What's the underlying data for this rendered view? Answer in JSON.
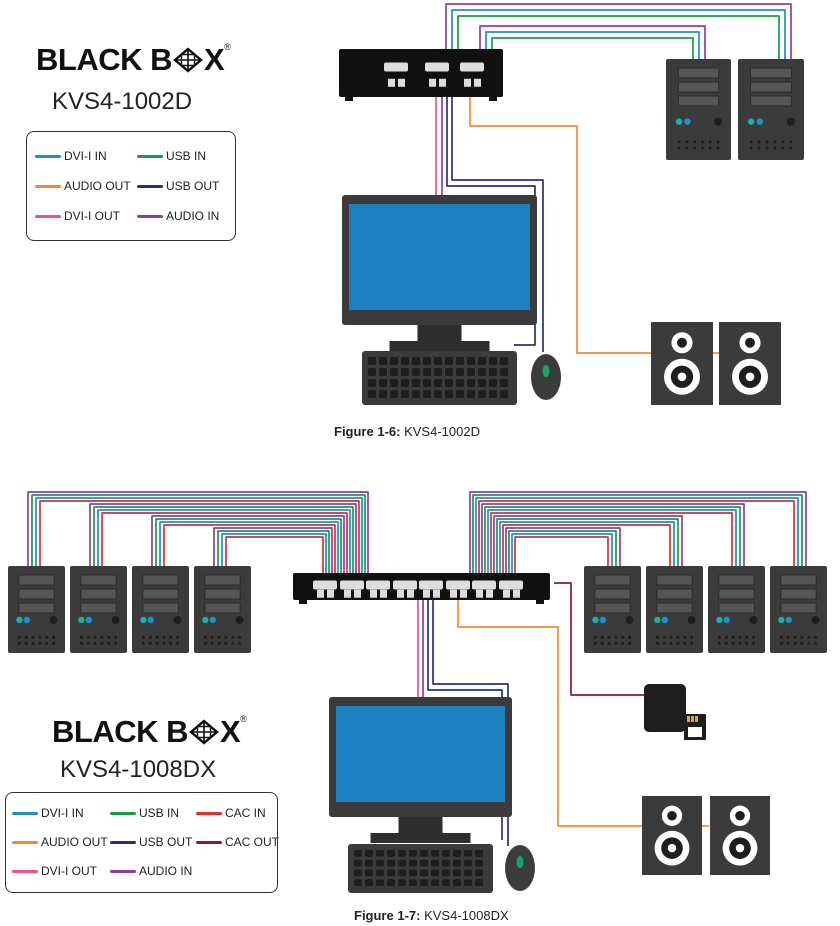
{
  "colors": {
    "dvi_in": "#1e8fc4",
    "usb_in": "#1c9a4c",
    "cac_in": "#d8312f",
    "audio_out": "#f08a3b",
    "usb_out": "#2a2f80",
    "cac_out": "#8e1b2a",
    "dvi_out": "#e8518a",
    "audio_in": "#8d3fa0",
    "device": "#3b3b3b",
    "screen": "#1c7fc0"
  },
  "figure1": {
    "brand": "BLACK BOX",
    "model": "KVS4-1002D",
    "legend": [
      {
        "label": "DVI-I IN",
        "color_key": "dvi_in"
      },
      {
        "label": "USB IN",
        "color_key": "usb_in"
      },
      {
        "label": "AUDIO OUT",
        "color_key": "audio_out"
      },
      {
        "label": "USB OUT",
        "color_key": "usb_out"
      },
      {
        "label": "DVI-I OUT",
        "color_key": "dvi_out"
      },
      {
        "label": "AUDIO IN",
        "color_key": "audio_in"
      }
    ],
    "caption_bold": "Figure 1-6:",
    "caption_text": " KVS4-1002D"
  },
  "figure2": {
    "brand": "BLACK BOX",
    "model": "KVS4-1008DX",
    "legend": [
      {
        "label": "DVI-I IN",
        "color_key": "dvi_in"
      },
      {
        "label": "USB IN",
        "color_key": "usb_in"
      },
      {
        "label": "CAC IN",
        "color_key": "cac_in"
      },
      {
        "label": "AUDIO OUT",
        "color_key": "audio_out"
      },
      {
        "label": "USB OUT",
        "color_key": "usb_out"
      },
      {
        "label": "CAC OUT",
        "color_key": "cac_out"
      },
      {
        "label": "DVI-I OUT",
        "color_key": "dvi_out"
      },
      {
        "label": "AUDIO IN",
        "color_key": "audio_in"
      }
    ],
    "caption_bold": "Figure 1-7:",
    "caption_text": " KVS4-1008DX"
  }
}
